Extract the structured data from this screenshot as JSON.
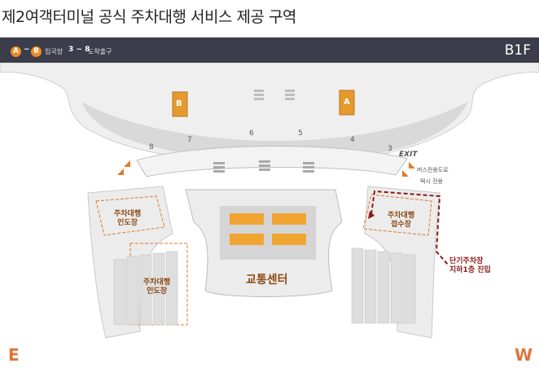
{
  "title": "제2여객터미널 공식 주차대행 서비스 제공 구역",
  "legend": {
    "from_badge": "A",
    "tilde1": "~",
    "to_badge": "B",
    "gate_kind": "입국장",
    "range": "3 ~ 8",
    "exit_kind": "도착출구"
  },
  "floor": "B1F",
  "counters": {
    "b": "B",
    "a": "A"
  },
  "gates": [
    "8",
    "7",
    "6",
    "5",
    "4",
    "3"
  ],
  "exit_label": "EXIT",
  "bus_only": "버스전용도로",
  "taxi_only": "택시 전용",
  "zones": {
    "handover_top": "주차대행\n인도장",
    "handover_lower": "주차대행\n인도장",
    "reception": "주차대행\n접수장",
    "transport_center": "교통센터"
  },
  "short_term_note": "단기주차장\n지하1층 진입",
  "compass": {
    "east": "E",
    "west": "W"
  },
  "colors": {
    "accent": "#f08a24",
    "dark_red": "#8b1a1a",
    "legend_bg": "#3b3d4a"
  }
}
